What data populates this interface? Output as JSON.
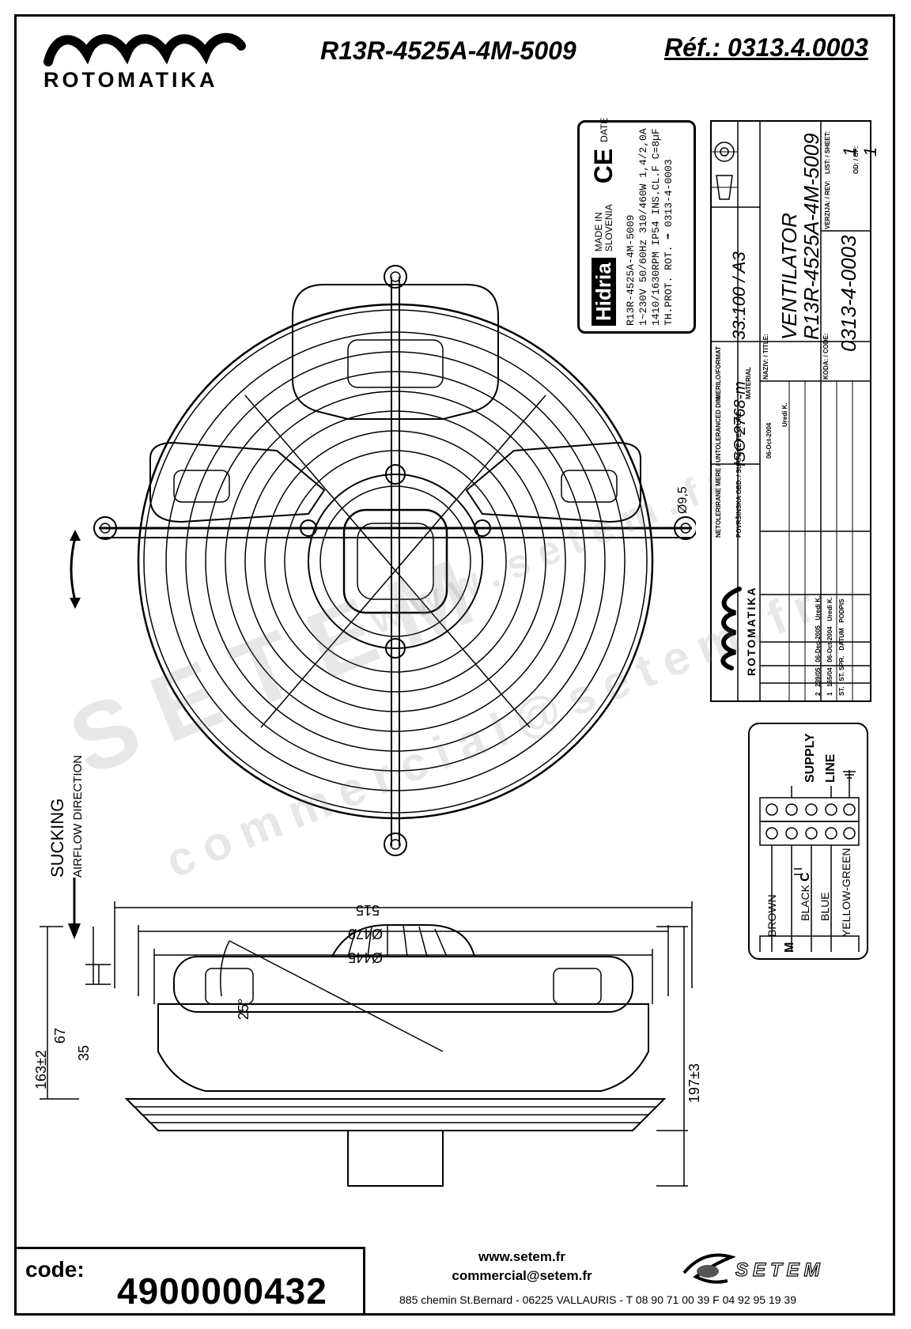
{
  "header": {
    "brand": "ROTOMATIKA",
    "model": "R13R-4525A-4M-5009",
    "reference": "Réf.: 0313.4.0003"
  },
  "nameplate": {
    "logo": "Hidria",
    "made_in": "MADE IN",
    "country": "SLOVENIA",
    "ce": "CE",
    "date_label": "DATE",
    "lines": [
      "R13R-4525A-4M-5009",
      "1~230V 50/60Hz 310/460W 1,4/2,0A",
      "1410/1630RPM IP54 INS.CL.F C=8µF",
      "TH.PROT.   ROT.  ➡  0313-4-0003"
    ]
  },
  "title_block": {
    "scale": "33:100 / A3",
    "material_label": "MATERIAL",
    "scale_label": "MERILO/FORMAT",
    "standard": "ISO 2768-m",
    "tolerance_label": "NETOLERIRANE MERE / UNTOLERANCED DIM.",
    "surface_label": "POVRŠINSKA OBD. / SURFACE TEXTURE",
    "name_label": "NAZIV: / TITLE:",
    "name": "VENTILATOR",
    "name_model": "R13R-4525A-4M-5009",
    "code_label": "KODA: / CODE:",
    "code": "0313-4-0003",
    "list_label": "LIST: / SHEET:",
    "list_value": "1",
    "of_label": "OD: / OF:",
    "of_value": "1",
    "version_label": "VERZIJA: / REV:",
    "designed_date": "06-Oct-2004",
    "designed_by": "Uredi K.",
    "revisions": [
      {
        "st": "2",
        "spr": "239/05",
        "date": "06-Dec-2005",
        "by": "Uredi K."
      },
      {
        "st": "1",
        "spr": "165/04",
        "date": "06-Oct-2004",
        "by": "Uredi K."
      }
    ],
    "rev_headers": [
      "ST.",
      "ST. SPR.",
      "DATUM",
      "PODPIS"
    ],
    "side_brand": "ROTOMATIKA"
  },
  "wiring": {
    "supply": "SUPPLY",
    "line": "LINE",
    "brown": "BROWN",
    "black": "BLACK",
    "blue": "BLUE",
    "yellow_green": "YELLOW-GREEN",
    "motor": "M",
    "capacitor": "C"
  },
  "dimensions": {
    "d515": "515",
    "d479": "Ø479",
    "d445": "Ø445",
    "angle": "25°",
    "h67": "67",
    "h35": "35",
    "h163": "163±2",
    "h197": "197±3",
    "hole": "Ø9,5"
  },
  "airflow": {
    "sucking": "SUCKING",
    "direction": "AIRFLOW DIRECTION"
  },
  "footer": {
    "code_label": "code:",
    "code_value": "4900000432",
    "website": "www.setem.fr",
    "email": "commercial@setem.fr",
    "address": "885 chemin St.Bernard  -  06225 VALLAURIS  -  T 08 90 71 00 39   F 04 92 95 19 39",
    "setem_brand": "SETEM"
  },
  "watermark": {
    "big": "SETEM",
    "small": "commercial@setem.fr",
    "site": "www.setem.fr"
  }
}
